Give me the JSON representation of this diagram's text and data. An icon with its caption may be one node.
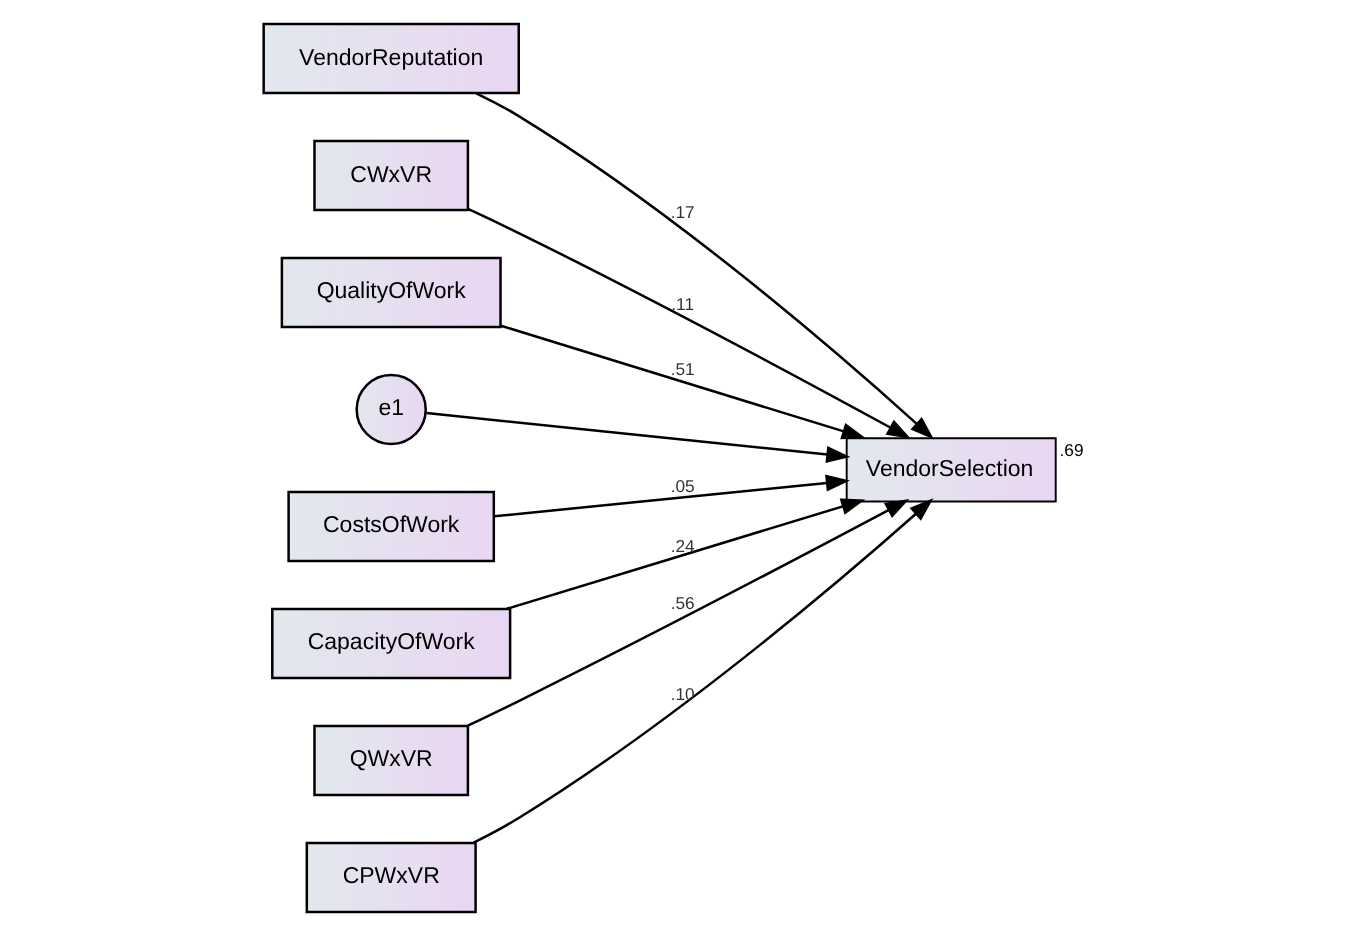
{
  "diagram": {
    "nodes": [
      {
        "text": [
          "VendorReputation"
        ]
      },
      {
        "text": [
          "CWxVR"
        ]
      },
      {
        "text": [
          "QualityOfWork"
        ]
      },
      {
        "text": [
          "e1"
        ]
      },
      {
        "text": [
          "CostsOfWork"
        ]
      },
      {
        "text": [
          "VendorSelection"
        ],
        "beside": [
          ".69"
        ]
      },
      {
        "text": [
          "CapacityOfWork"
        ]
      },
      {
        "text": [
          "QWxVR"
        ]
      },
      {
        "text": [
          "CPWxVR"
        ]
      }
    ],
    "edges": [
      {
        "from": 0,
        "to": 5,
        "arrow": "to",
        "label": ".17"
      },
      {
        "from": 1,
        "to": 5,
        "arrow": "to",
        "label": ".11"
      },
      {
        "from": 3,
        "to": 5,
        "arrow": "to"
      },
      {
        "from": 2,
        "to": 5,
        "arrow": "to",
        "label": ".51"
      },
      {
        "from": 4,
        "to": 5,
        "arrow": "to",
        "label": ".05"
      },
      {
        "from": 6,
        "to": 5,
        "arrow": "to",
        "label": ".24"
      },
      {
        "from": 7,
        "to": 5,
        "arrow": "to",
        "label": ".56"
      },
      {
        "from": 8,
        "to": 5,
        "arrow": "to",
        "label": ".10"
      }
    ]
  }
}
